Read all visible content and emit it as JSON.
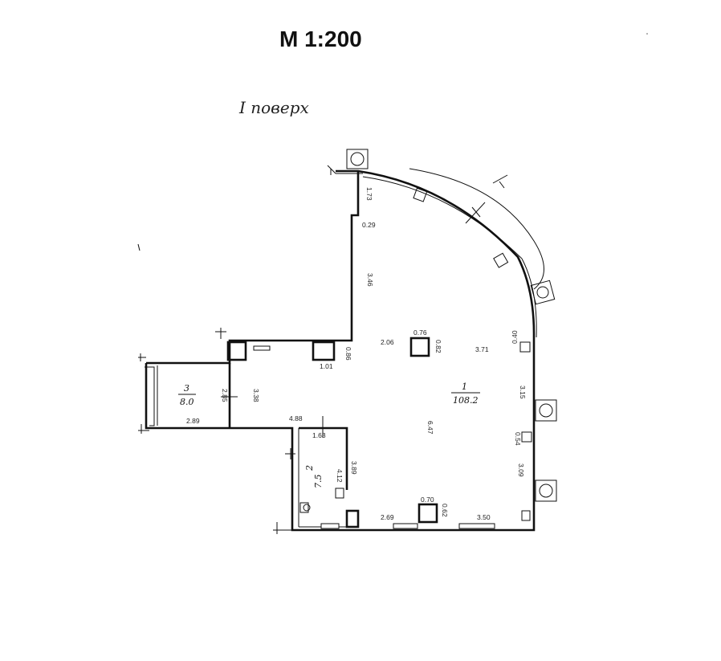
{
  "header": {
    "scale": "М 1:200",
    "floor_label": "I поверх"
  },
  "rooms": [
    {
      "number": "1",
      "area": "108.2"
    },
    {
      "number": "2",
      "area": "7.5"
    },
    {
      "number": "3",
      "area": "8.0"
    }
  ],
  "dimensions": {
    "d_1_73": "1.73",
    "d_0_29": "0.29",
    "d_3_46": "3.46",
    "d_2_06": "2.06",
    "d_0_76": "0.76",
    "d_0_82": "0.82",
    "d_3_71": "3.71",
    "d_0_40": "0.40",
    "d_1_01": "1.01",
    "d_0_86": "0.86",
    "d_2_85": "2.85",
    "d_3_38": "3.38",
    "d_3_15": "3.15",
    "d_2_89": "2.89",
    "d_4_88": "4.88",
    "d_1_63": "1.63",
    "d_6_47": "6.47",
    "d_0_54": "0.54",
    "d_4_12": "4.12",
    "d_3_89": "3.89",
    "d_3_09": "3.09",
    "d_0_70": "0.70",
    "d_0_62": "0.62",
    "d_2_69": "2.69",
    "d_3_50": "3.50"
  }
}
